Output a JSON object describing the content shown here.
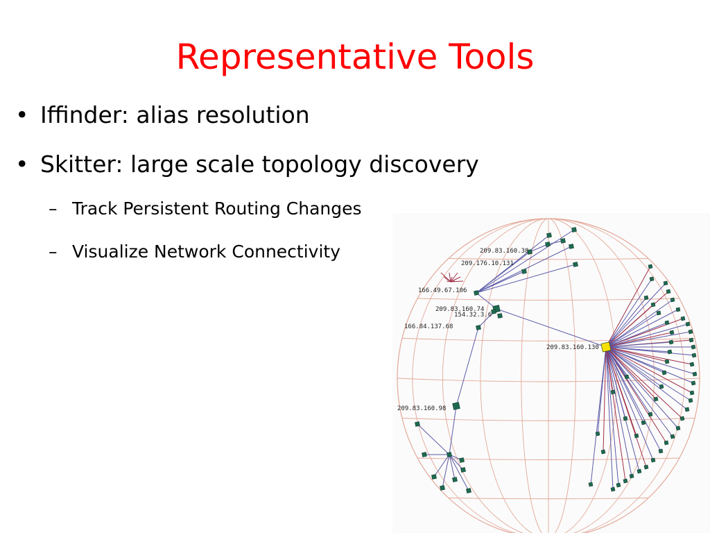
{
  "slide": {
    "title": "Representative Tools",
    "bullets": [
      {
        "marker": "•",
        "text": "Iffinder: alias resolution"
      },
      {
        "marker": "•",
        "text": "Skitter: large scale topology discovery"
      }
    ],
    "sub_bullets": [
      {
        "marker": "–",
        "text": "Track Persistent Routing Changes"
      },
      {
        "marker": "–",
        "text": "Visualize Network Connectivity"
      }
    ]
  },
  "visualization": {
    "node_labels": [
      "209.83.160.38",
      "209.176.10.131",
      "166.49.67.106",
      "209.83.160.74",
      "154.32.3.6",
      "166.84.137.68",
      "209.83.160.130",
      "209.83.160.98"
    ],
    "colors": {
      "title": "#ff0000",
      "grid": "#e3a898",
      "edge": "#5a5aa8",
      "edge_hub": "#a03048",
      "node": "#1e6a50",
      "hub": "#f5e000"
    }
  }
}
